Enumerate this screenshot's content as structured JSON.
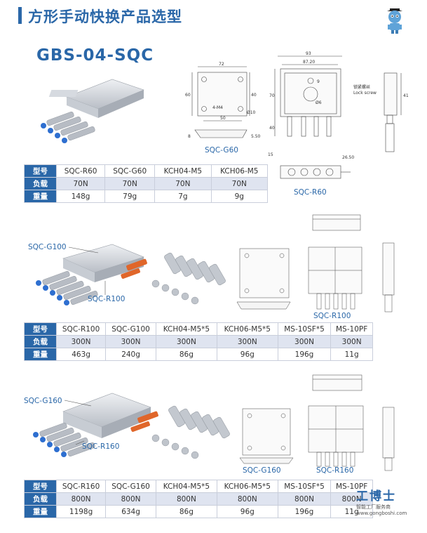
{
  "header": {
    "title": "方形手动快换产品选型"
  },
  "model": {
    "name": "GBS-04-SQC"
  },
  "sections": [
    {
      "callouts": {
        "top": "SQC-G60",
        "bottom": "SQC-R60"
      },
      "table": {
        "row_labels": [
          "型号",
          "负载",
          "重量"
        ],
        "columns": [
          [
            "SQC-R60",
            "70N",
            "148g"
          ],
          [
            "SQC-G60",
            "70N",
            "79g"
          ],
          [
            "KCH04-M5",
            "70N",
            "7g"
          ],
          [
            "KCH06-M5",
            "70N",
            "9g"
          ]
        ]
      }
    },
    {
      "callouts": {
        "g": "SQC-G100",
        "r": "SQC-R100",
        "drawing": "SQC-R100"
      },
      "table": {
        "row_labels": [
          "型号",
          "负载",
          "重量"
        ],
        "columns": [
          [
            "SQC-R100",
            "300N",
            "463g"
          ],
          [
            "SQC-G100",
            "300N",
            "240g"
          ],
          [
            "KCH04-M5*5",
            "300N",
            "86g"
          ],
          [
            "KCH06-M5*5",
            "300N",
            "96g"
          ],
          [
            "MS-10SF*5",
            "300N",
            "196g"
          ],
          [
            "MS-10PF",
            "300N",
            "11g"
          ]
        ]
      }
    },
    {
      "callouts": {
        "g": "SQC-G160",
        "r": "SQC-R160",
        "drawing_g": "SQC-G160",
        "drawing_r": "SQC-R160"
      },
      "table": {
        "row_labels": [
          "型号",
          "负载",
          "重量"
        ],
        "columns": [
          [
            "SQC-R160",
            "800N",
            "1198g"
          ],
          [
            "SQC-G160",
            "800N",
            "634g"
          ],
          [
            "KCH04-M5*5",
            "800N",
            "86g"
          ],
          [
            "KCH06-M5*5",
            "800N",
            "96g"
          ],
          [
            "MS-10SF*5",
            "800N",
            "196g"
          ],
          [
            "MS-10PF",
            "800N",
            "11g"
          ]
        ]
      }
    }
  ],
  "drawing_labels": {
    "d93": "93",
    "d87": "87.20",
    "d72": "72",
    "d60": "60",
    "d40": "40",
    "d70": "70",
    "d50": "50",
    "d41": "41",
    "d15": "15",
    "d2650": "26.50",
    "d8": "8",
    "d550": "5.50",
    "m4": "4-M4",
    "phi10": "Ø10",
    "phi6": "Ø6",
    "lock": "锁紧螺丝",
    "lock_en": "Lock screw",
    "d9": "9"
  },
  "watermark": {
    "logo": "工博士",
    "subtitle": "智能工厂服务商",
    "url": "www.gongboshi.com"
  },
  "colors": {
    "accent": "#2a67a8",
    "row_alt": "#dfe4f0",
    "orange": "#e0662a"
  }
}
